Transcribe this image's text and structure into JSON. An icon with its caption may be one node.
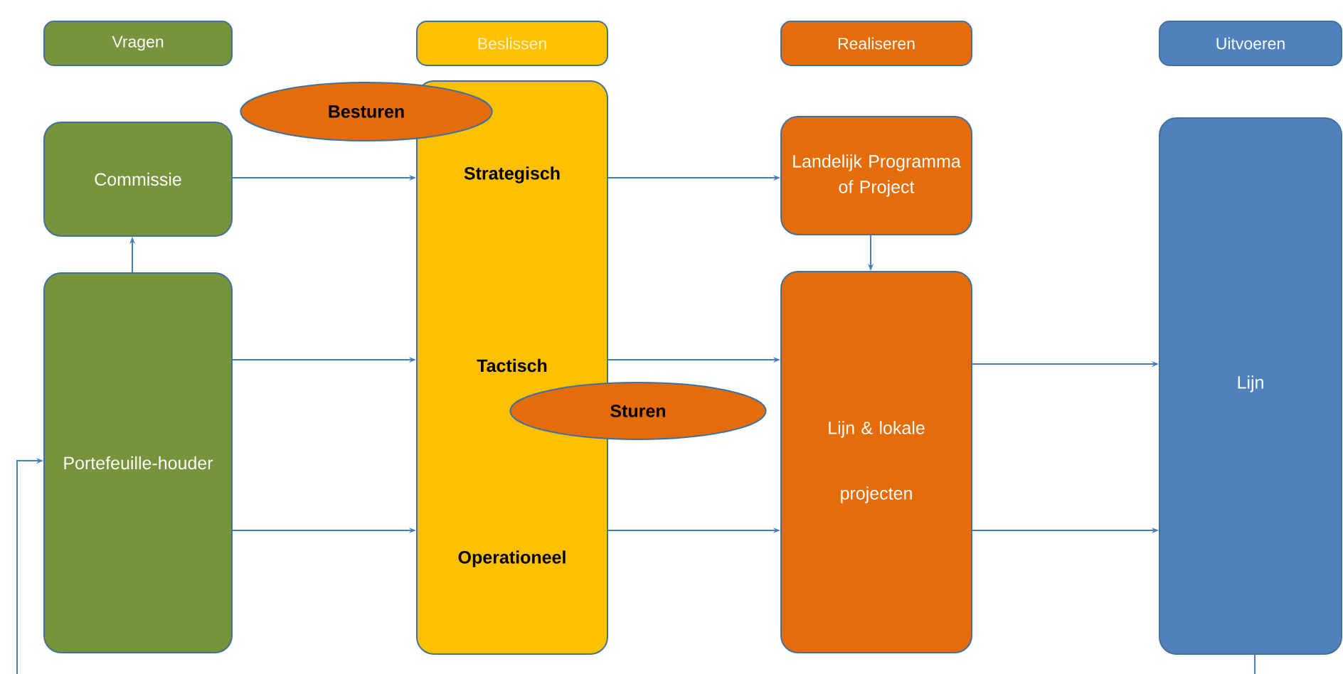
{
  "diagram": {
    "nodes": [
      {
        "text": [
          "Vragen"
        ]
      },
      {
        "text": [
          "Beslissen"
        ]
      },
      {
        "text": [
          "Realiseren"
        ]
      },
      {
        "text": [
          "Uitvoeren"
        ]
      },
      {
        "text": [
          "Commissie"
        ]
      },
      {
        "text": [
          "Portefeuille-houder"
        ]
      },
      {
        "text": [
          "Strategisch",
          "Tactisch",
          "Operationeel"
        ]
      },
      {
        "text": [
          "Besturen"
        ]
      },
      {
        "text": [
          "Sturen"
        ]
      },
      {
        "text": [
          "Landelijk Programma of Project"
        ]
      },
      {
        "text": [
          "Lijn & lokale projecten"
        ]
      },
      {
        "text": [
          "Lijn"
        ]
      }
    ],
    "edges": [
      {
        "from": 4,
        "to": 6,
        "arrow": "to"
      },
      {
        "from": 5,
        "to": 4,
        "arrow": "to"
      },
      {
        "from": 5,
        "to": 6,
        "arrow": "to"
      },
      {
        "from": 5,
        "to": 6,
        "arrow": "to"
      },
      {
        "from": 6,
        "to": 9,
        "arrow": "to"
      },
      {
        "from": 6,
        "to": 10,
        "arrow": "to"
      },
      {
        "from": 6,
        "to": 10,
        "arrow": "to"
      },
      {
        "from": 9,
        "to": 10,
        "arrow": "to"
      },
      {
        "from": 10,
        "to": 11,
        "arrow": "to"
      },
      {
        "from": 10,
        "to": 11,
        "arrow": "to"
      },
      {
        "from": 11,
        "to": null,
        "arrow": "none"
      },
      {
        "from": null,
        "to": 5,
        "arrow": "to"
      }
    ]
  }
}
